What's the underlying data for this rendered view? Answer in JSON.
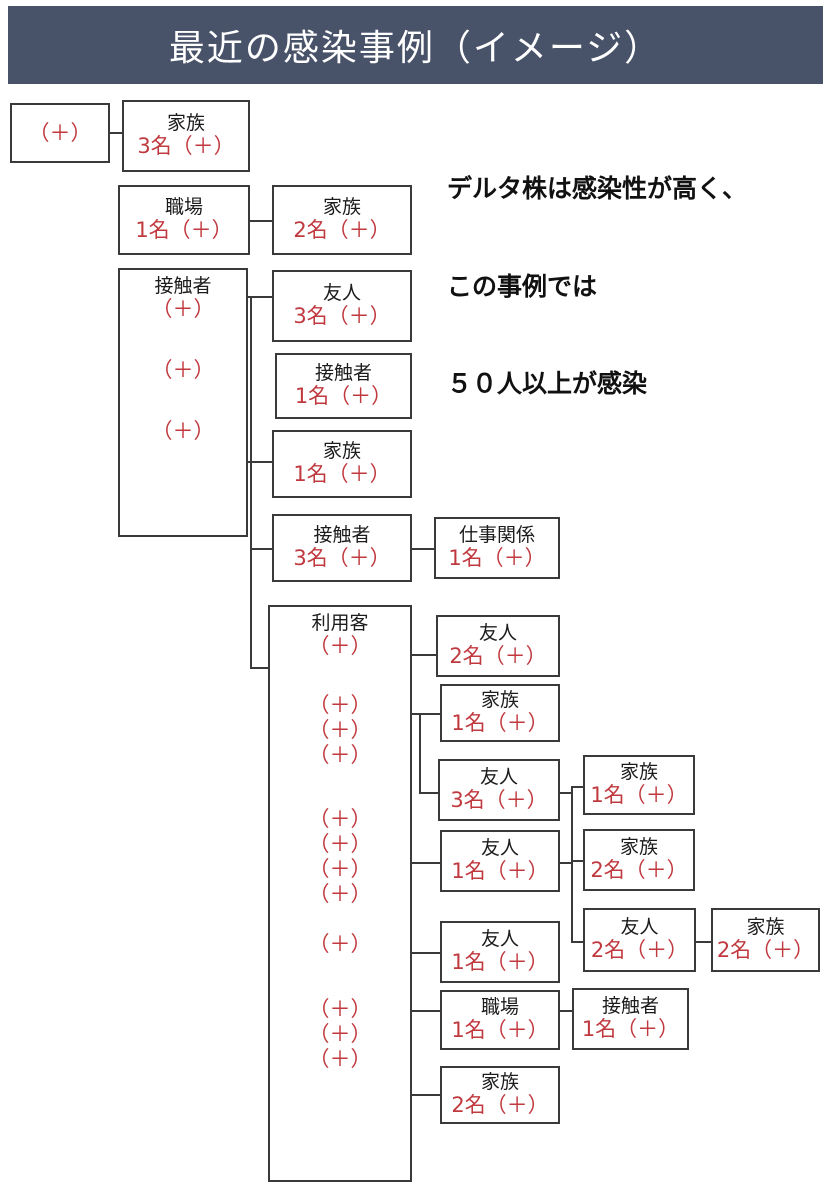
{
  "header": {
    "title": "最近の感染事例（イメージ）"
  },
  "colors": {
    "header_bg": "#485269",
    "box_border": "#3a3a3a",
    "count_red": "#c0393f",
    "relation_text": "#1c1c1c",
    "annotation_text": "#111111",
    "page_bg": "#ffffff"
  },
  "annotation": {
    "line1": "デルタ株は感染性が高く、",
    "line2": "この事例では",
    "line3": "５０人以上が感染"
  },
  "plus": "（＋）",
  "nodes": {
    "index_case": {
      "relation": "",
      "count": "（＋）"
    },
    "family_3": {
      "relation": "家族",
      "count": "3名（＋）"
    },
    "workplace_1": {
      "relation": "職場",
      "count": "1名（＋）"
    },
    "family_2_a": {
      "relation": "家族",
      "count": "2名（＋）"
    },
    "contact_group": {
      "relation": "接触者",
      "count": "（＋）",
      "extra": [
        "（＋）",
        "（＋）"
      ]
    },
    "friend_3_a": {
      "relation": "友人",
      "count": "3名（＋）"
    },
    "contact_1_a": {
      "relation": "接触者",
      "count": "1名（＋）"
    },
    "family_1_a": {
      "relation": "家族",
      "count": "1名（＋）"
    },
    "contact_3": {
      "relation": "接触者",
      "count": "3名（＋）"
    },
    "work_relation_1": {
      "relation": "仕事関係",
      "count": "1名（＋）"
    },
    "customers": {
      "relation": "利用客",
      "count": "（＋）"
    },
    "friend_2_a": {
      "relation": "友人",
      "count": "2名（＋）"
    },
    "family_1_b": {
      "relation": "家族",
      "count": "1名（＋）"
    },
    "friend_3_b": {
      "relation": "友人",
      "count": "3名（＋）"
    },
    "family_1_c": {
      "relation": "家族",
      "count": "1名（＋）"
    },
    "friend_1_a": {
      "relation": "友人",
      "count": "1名（＋）"
    },
    "family_2_b": {
      "relation": "家族",
      "count": "2名（＋）"
    },
    "friend_1_b": {
      "relation": "友人",
      "count": "1名（＋）"
    },
    "friend_2_b": {
      "relation": "友人",
      "count": "2名（＋）"
    },
    "family_2_c": {
      "relation": "家族",
      "count": "2名（＋）"
    },
    "workplace_1_b": {
      "relation": "職場",
      "count": "1名（＋）"
    },
    "contact_1_b": {
      "relation": "接触者",
      "count": "1名（＋）"
    },
    "family_2_d": {
      "relation": "家族",
      "count": "2名（＋）"
    }
  },
  "customer_plus_groups": {
    "group1": [
      "（＋）"
    ],
    "group2": [
      "（＋）",
      "（＋）",
      "（＋）"
    ],
    "group3": [
      "（＋）",
      "（＋）",
      "（＋）",
      "（＋）"
    ],
    "group4": [
      "（＋）"
    ],
    "group5": [
      "（＋）",
      "（＋）",
      "（＋）"
    ]
  }
}
